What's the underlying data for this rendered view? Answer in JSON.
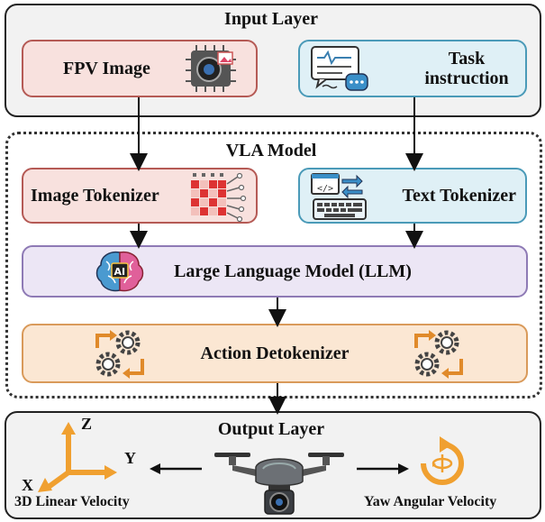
{
  "input_layer": {
    "title": "Input Layer",
    "fpv_image": "FPV Image",
    "task_line1": "Task",
    "task_line2": "instruction"
  },
  "vla_model": {
    "title": "VLA Model",
    "image_tokenizer": "Image Tokenizer",
    "text_tokenizer": "Text Tokenizer",
    "llm": "Large Language Model (LLM)",
    "action_detokenizer": "Action Detokenizer",
    "ai_badge": "AI"
  },
  "output_layer": {
    "title": "Output Layer",
    "linear_velocity": "3D Linear Velocity",
    "yaw_velocity": "Yaw Angular Velocity",
    "axis_x": "X",
    "axis_y": "Y",
    "axis_z": "Z"
  },
  "colors": {
    "red_fill": "#f8e1de",
    "blue_fill": "#dff0f6",
    "purple_fill": "#ece6f5",
    "orange_fill": "#fbe7d3",
    "axis_orange": "#f0a030"
  }
}
